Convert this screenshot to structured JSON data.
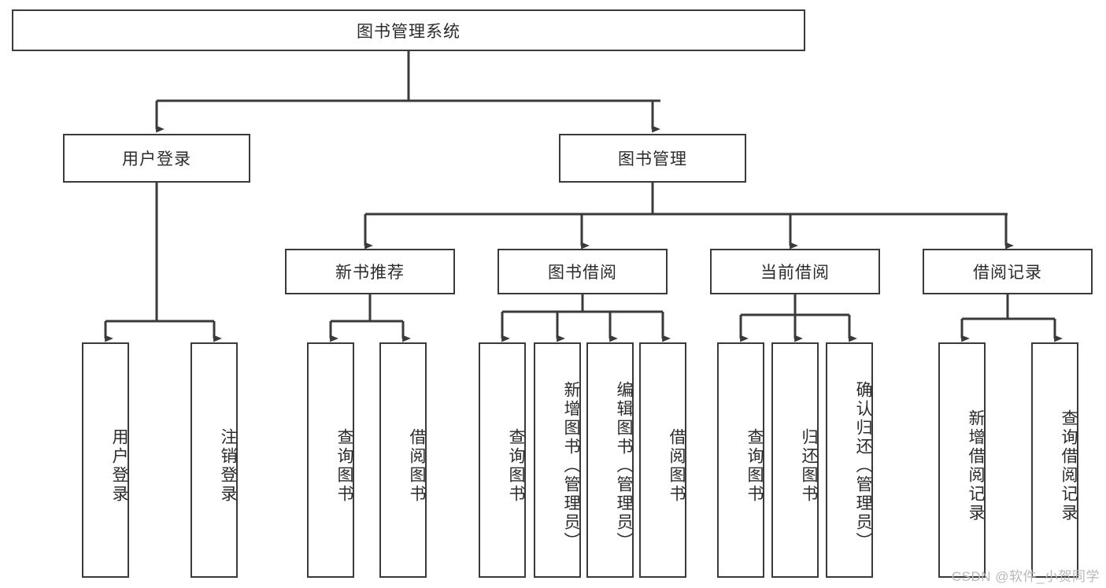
{
  "diagram": {
    "type": "hierarchy-tree",
    "title": "图书管理系统",
    "root": {
      "id": "root",
      "label": "图书管理系统"
    },
    "level2": [
      {
        "id": "user-login",
        "label": "用户登录"
      },
      {
        "id": "book-management",
        "label": "图书管理"
      }
    ],
    "level3": [
      {
        "id": "new-book-recommend",
        "label": "新书推荐",
        "parent": "book-management"
      },
      {
        "id": "book-borrow",
        "label": "图书借阅",
        "parent": "book-management"
      },
      {
        "id": "current-borrow",
        "label": "当前借阅",
        "parent": "book-management"
      },
      {
        "id": "borrow-record",
        "label": "借阅记录",
        "parent": "book-management"
      }
    ],
    "leaves": {
      "user-login": [
        {
          "id": "leaf-user-login",
          "label": "用户登录"
        },
        {
          "id": "leaf-logout",
          "label": "注销登录"
        }
      ],
      "new-book-recommend": [
        {
          "id": "leaf-query-book-1",
          "label": "查询图书"
        },
        {
          "id": "leaf-borrow-book-1",
          "label": "借阅图书"
        }
      ],
      "book-borrow": [
        {
          "id": "leaf-query-book-2",
          "label": "查询图书"
        },
        {
          "id": "leaf-add-book",
          "label": "新增图书（管理员）"
        },
        {
          "id": "leaf-edit-book",
          "label": "编辑图书（管理员）"
        },
        {
          "id": "leaf-borrow-book-2",
          "label": "借阅图书"
        }
      ],
      "current-borrow": [
        {
          "id": "leaf-query-book-3",
          "label": "查询图书"
        },
        {
          "id": "leaf-return-book",
          "label": "归还图书"
        },
        {
          "id": "leaf-confirm-return",
          "label": "确认归还（管理员）"
        }
      ],
      "borrow-record": [
        {
          "id": "leaf-add-record",
          "label": "新增借阅记录"
        },
        {
          "id": "leaf-query-record",
          "label": "查询借阅记录"
        }
      ]
    },
    "colors": {
      "stroke": "#3a3a3a",
      "text": "#2b2b2b",
      "background": "#ffffff",
      "watermark": "#b9b9b9"
    }
  },
  "watermark": "CSDN @软件_小贺同学"
}
